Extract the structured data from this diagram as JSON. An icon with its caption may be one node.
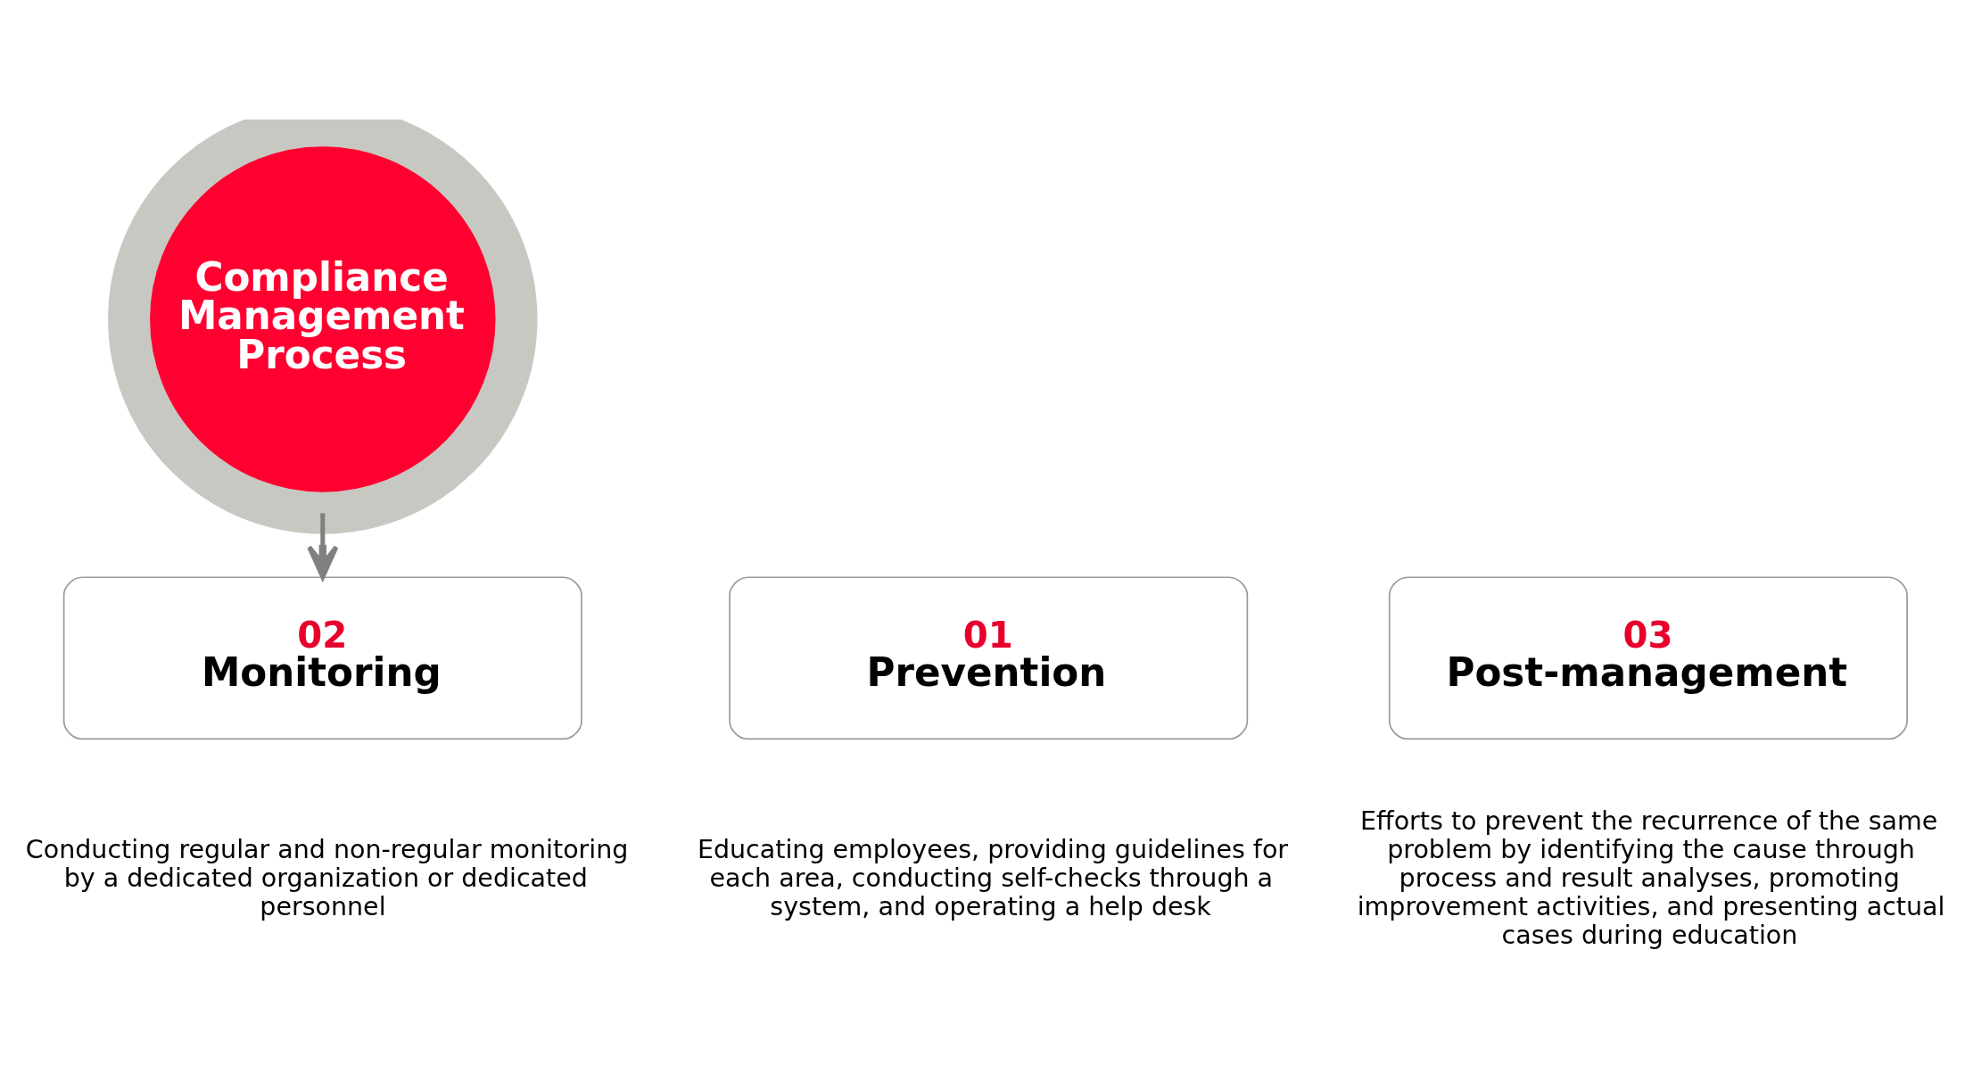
{
  "diagram": {
    "nodes": [
      {
        "text": [
          "Compliance Management Process"
        ]
      },
      {
        "text": [
          "01",
          "Prevention"
        ],
        "beside": [
          "Educating employees, providing guidelines for each area, conducting self-checks through a system, and operating a help desk"
        ]
      },
      {
        "text": [
          "02",
          "Monitoring"
        ],
        "beside": [
          "Conducting regular and non-regular monitoring by a dedicated organization or dedicated personnel"
        ]
      },
      {
        "text": [
          "03",
          "Post-management"
        ],
        "beside": [
          "Efforts to prevent the recurrence of the same problem by identifying the cause through process and result analyses, promoting improvement activities, and presenting actual cases during education"
        ]
      }
    ],
    "edges": [
      {
        "from": 0,
        "to": 2,
        "arrow": "to",
        "color": "#808080"
      }
    ]
  }
}
